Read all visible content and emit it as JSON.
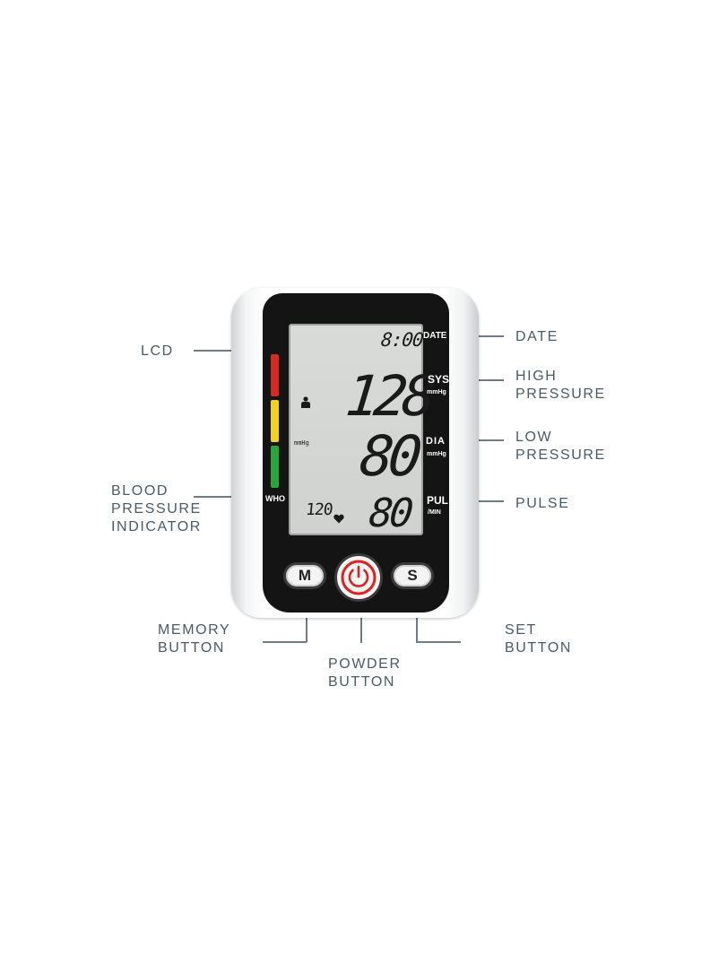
{
  "callouts": {
    "lcd": "LCD",
    "date": "DATE",
    "high_pressure": "HIGH\nPRESSURE",
    "low_pressure": "LOW\nPRESSURE",
    "pulse": "PULSE",
    "blood_pressure_indicator": "BLOOD\nPRESSURE\nINDICATOR",
    "memory_button": "MEMORY\nBUTTON",
    "power_button": "POWDER\nBUTTON",
    "set_button": "SET\nBUTTON"
  },
  "device": {
    "side_labels": {
      "date": "DATE",
      "sys": "SYS",
      "sys_unit": "mmHg",
      "dia": "DIA",
      "dia_unit": "mmHg",
      "pul": "PUL",
      "pul_unit": "/MIN"
    },
    "who_label": "WHO",
    "lcd": {
      "time": "8:00",
      "systolic": "128",
      "diastolic": "80",
      "pulse": "80",
      "memory_value": "120",
      "unit": "mmHg"
    },
    "buttons": {
      "memory": "M",
      "set": "S"
    },
    "indicator_colors": [
      "#d42a1f",
      "#f2d21b",
      "#27a838"
    ],
    "power_color": "#e0201b"
  }
}
